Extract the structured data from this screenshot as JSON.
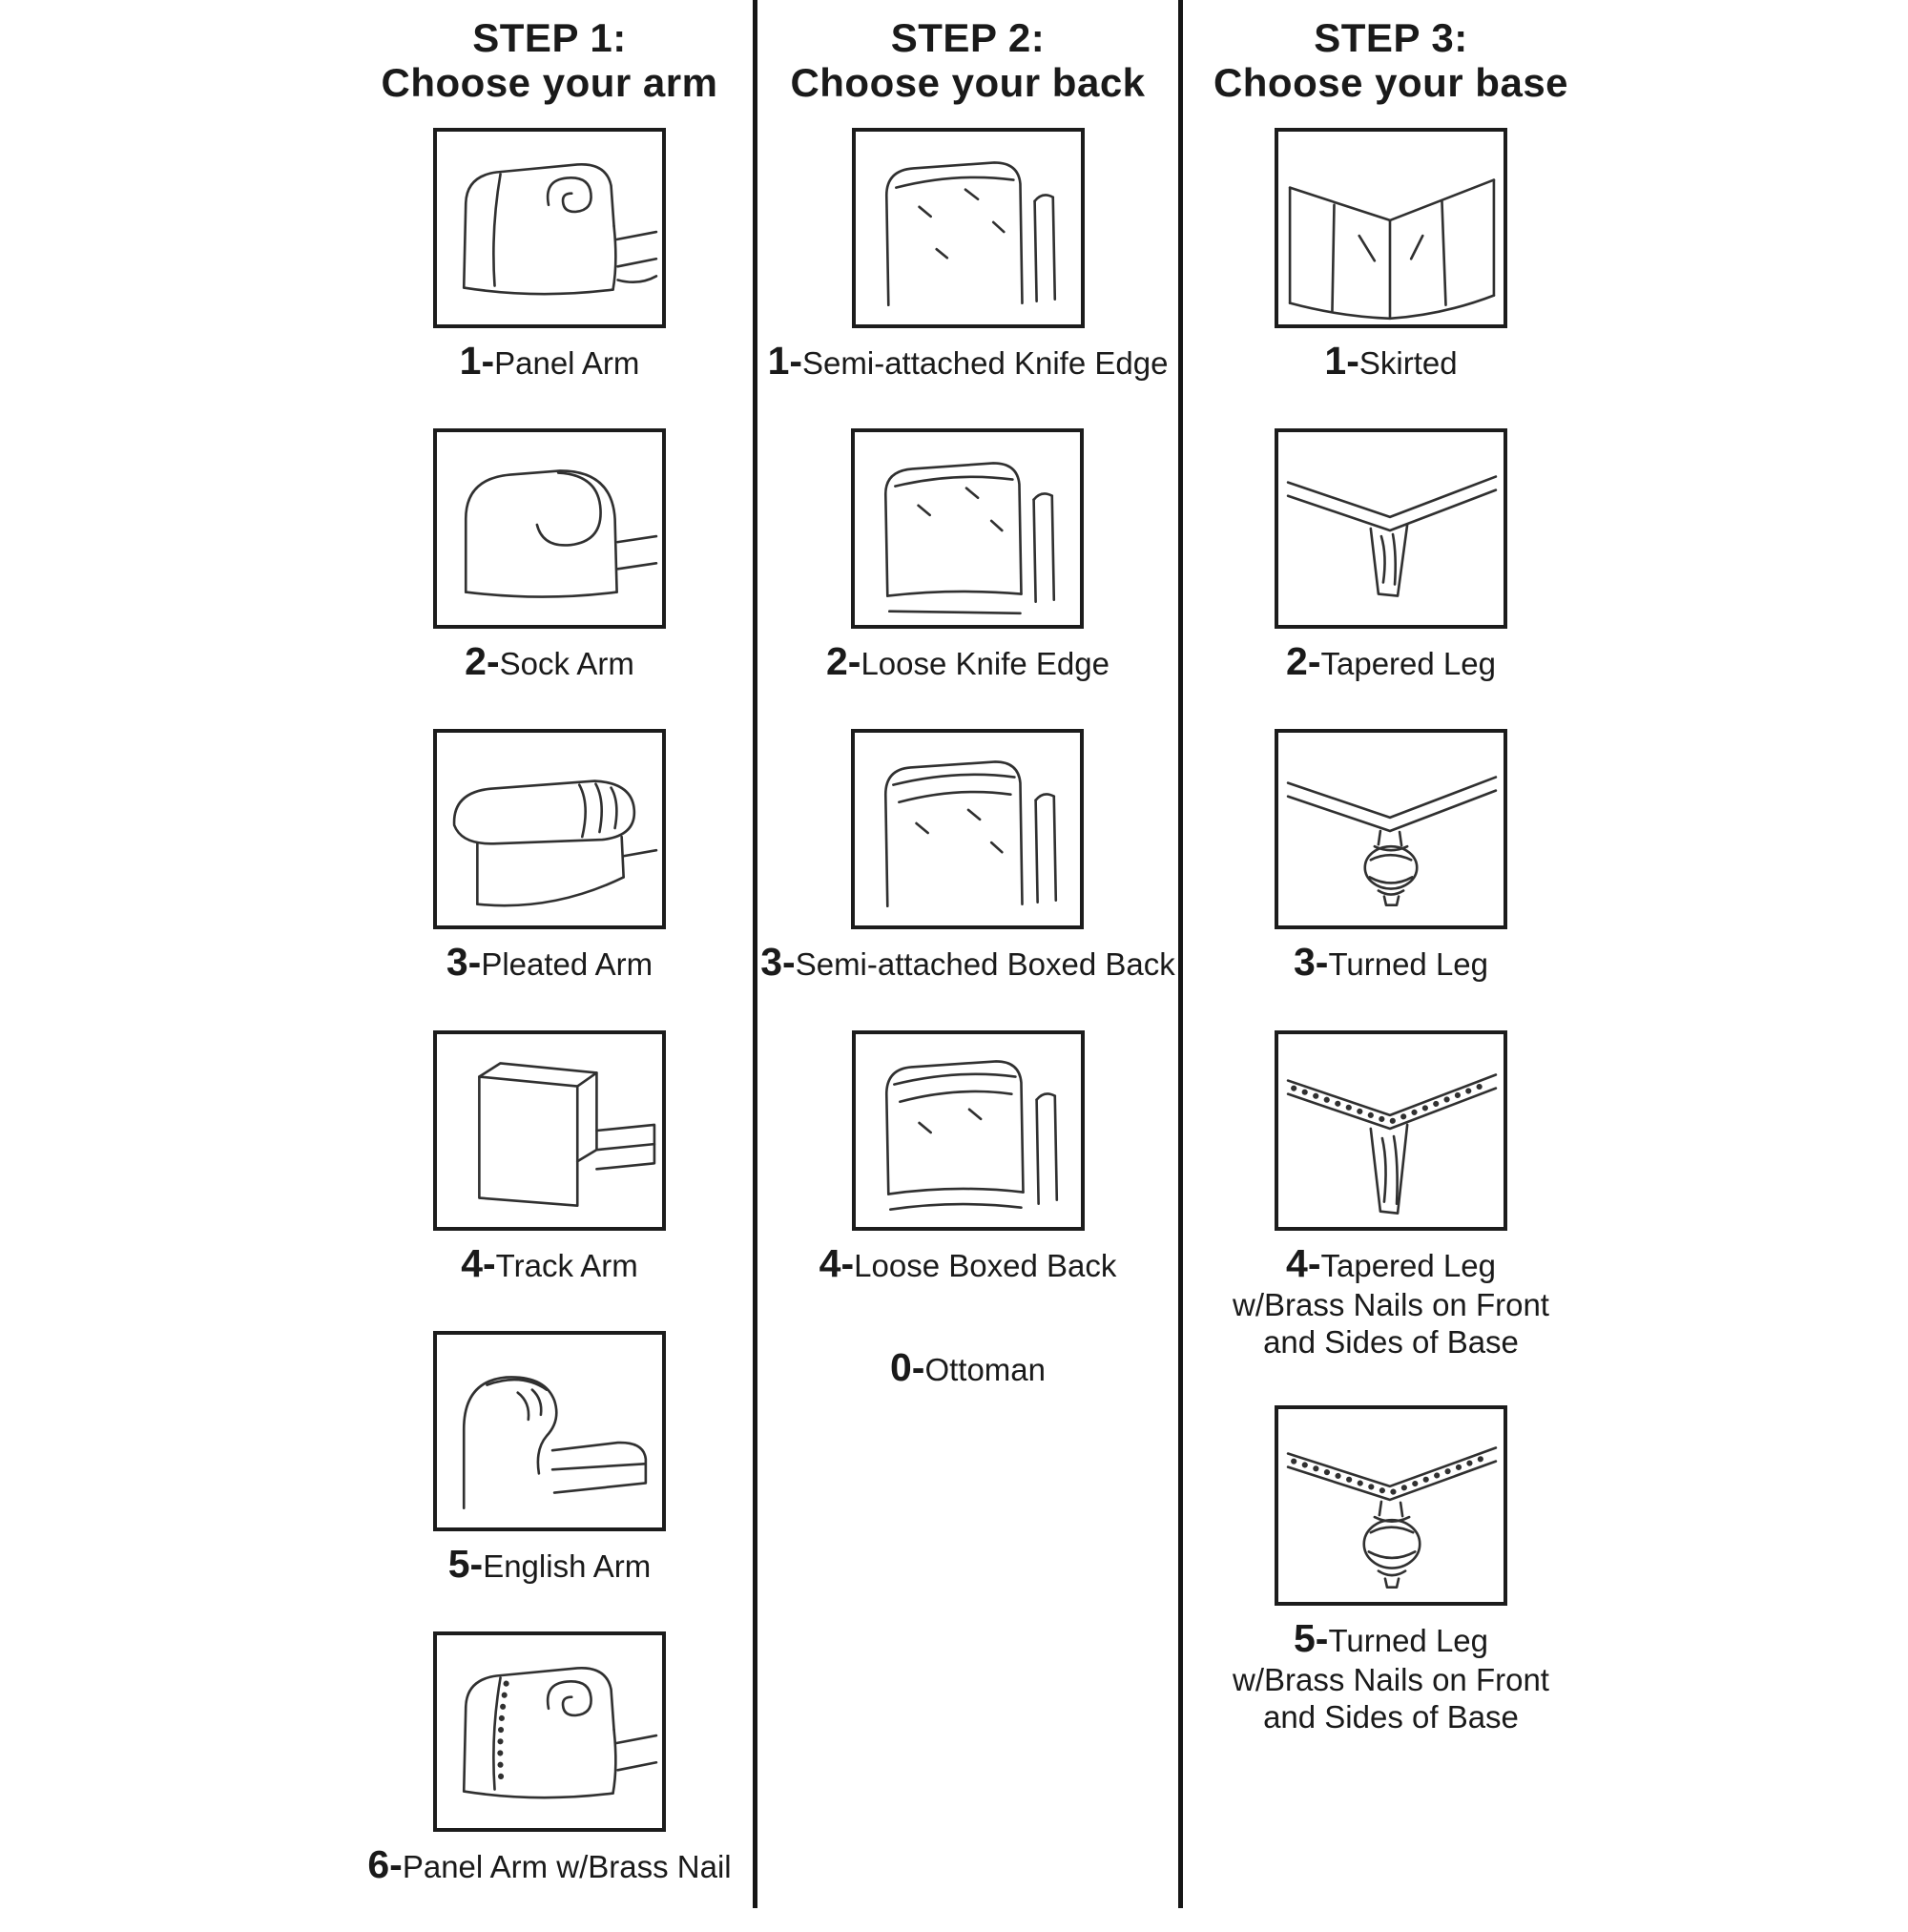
{
  "colors": {
    "ink": "#1a1a1a",
    "line": "#303030",
    "divider": "#161616"
  },
  "columns": [
    {
      "step": "STEP 1:",
      "title": "Choose your arm",
      "items": [
        {
          "num": "1-",
          "name": "Panel Arm"
        },
        {
          "num": "2-",
          "name": "Sock Arm"
        },
        {
          "num": "3-",
          "name": "Pleated Arm"
        },
        {
          "num": "4-",
          "name": "Track Arm"
        },
        {
          "num": "5-",
          "name": "English Arm"
        },
        {
          "num": "6-",
          "name": "Panel Arm w/Brass Nail"
        }
      ]
    },
    {
      "step": "STEP 2:",
      "title": "Choose your back",
      "items": [
        {
          "num": "1-",
          "name": "Semi-attached Knife Edge"
        },
        {
          "num": "2-",
          "name": "Loose Knife Edge"
        },
        {
          "num": "3-",
          "name": "Semi-attached Boxed Back"
        },
        {
          "num": "4-",
          "name": "Loose Boxed Back"
        },
        {
          "num": "0-",
          "name": "Ottoman"
        }
      ]
    },
    {
      "step": "STEP 3:",
      "title": "Choose your base",
      "items": [
        {
          "num": "1-",
          "name": "Skirted"
        },
        {
          "num": "2-",
          "name": "Tapered Leg"
        },
        {
          "num": "3-",
          "name": "Turned Leg"
        },
        {
          "num": "4-",
          "name": "Tapered Leg",
          "lines": [
            "w/Brass Nails on Front",
            "and Sides of Base"
          ]
        },
        {
          "num": "5-",
          "name": "Turned Leg",
          "lines": [
            "w/Brass Nails on Front",
            "and Sides of Base"
          ]
        }
      ]
    }
  ]
}
